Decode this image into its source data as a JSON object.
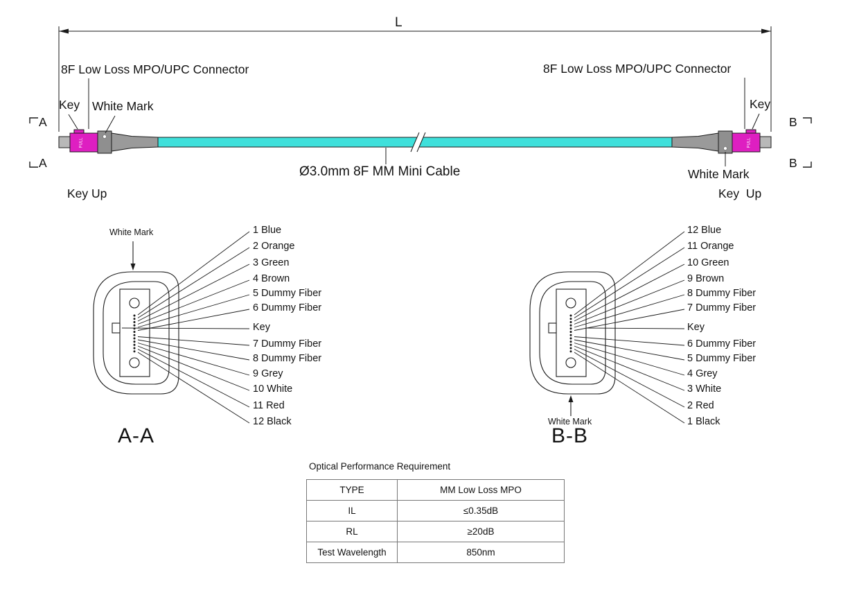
{
  "dimension_label": "L",
  "assembly": {
    "left_connector_label": "8F Low Loss MPO/UPC Connector",
    "right_connector_label": "8F Low Loss MPO/UPC Connector",
    "left_key_label": "Key",
    "left_white_mark_label": "White Mark",
    "left_key_up_label": "Key Up",
    "right_key_label": "Key",
    "right_white_mark_label": "White Mark",
    "right_key_up_label": "Key  Up",
    "cable_label": "Ø3.0mm 8F MM Mini Cable",
    "section_a_label": "A",
    "section_b_label": "B",
    "pull_tab_label": "PULL"
  },
  "view_a": {
    "title": "A-A",
    "white_mark_label": "White Mark",
    "fiber_labels": [
      "1 Blue",
      "2 Orange",
      "3 Green",
      "4 Brown",
      "5 Dummy Fiber",
      "6 Dummy Fiber",
      "Key",
      "7 Dummy Fiber",
      "8 Dummy Fiber",
      "9 Grey",
      "10 White",
      "11 Red",
      "12 Black"
    ]
  },
  "view_b": {
    "title": "B-B",
    "white_mark_label": "White Mark",
    "fiber_labels": [
      "12 Blue",
      "11 Orange",
      "10 Green",
      "9 Brown",
      "8 Dummy Fiber",
      "7 Dummy Fiber",
      "Key",
      "6 Dummy Fiber",
      "5 Dummy Fiber",
      "4 Grey",
      "3 White",
      "2 Red",
      "1 Black"
    ]
  },
  "performance_table": {
    "title": "Optical Performance Requirement",
    "rows": [
      {
        "name": "TYPE",
        "value": "MM Low Loss MPO"
      },
      {
        "name": "IL",
        "value": "≤0.35dB"
      },
      {
        "name": "RL",
        "value": "≥20dB"
      },
      {
        "name": "Test Wavelength",
        "value": "850nm"
      }
    ]
  },
  "colors": {
    "cable": "#3fe0db",
    "connector_body": "#de1fc1",
    "hardware_gray": "#9a9a9a"
  }
}
